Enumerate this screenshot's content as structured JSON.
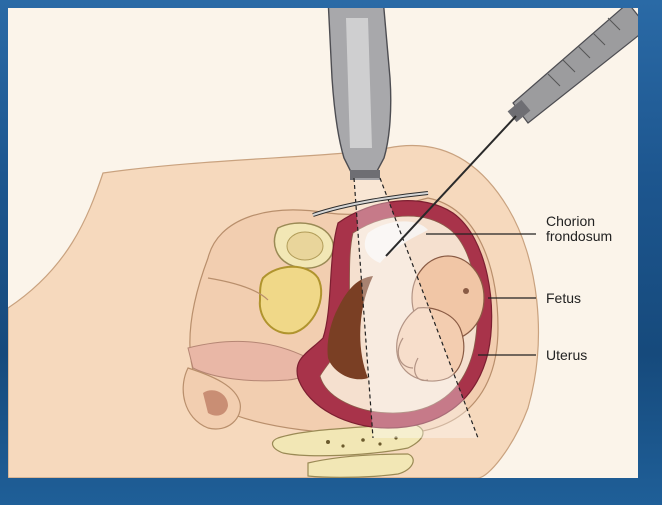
{
  "labels": {
    "chorion_line1": "Chorion",
    "chorion_line2": "frondosum",
    "fetus": "Fetus",
    "uterus": "Uterus"
  }
}
